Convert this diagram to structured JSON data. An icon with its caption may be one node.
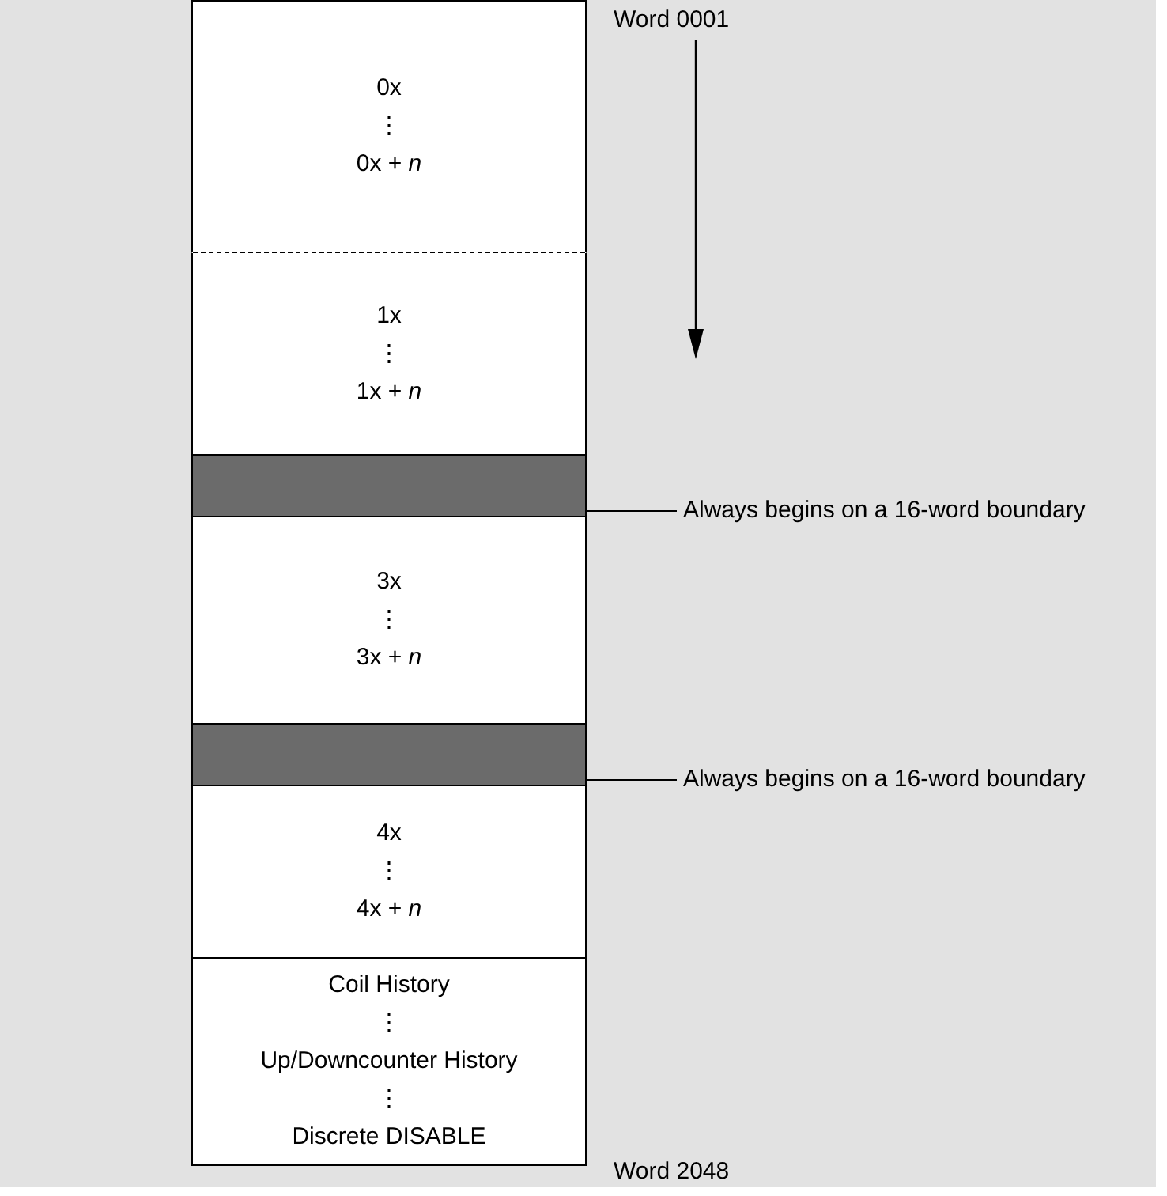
{
  "diagram": {
    "nodes": [
      {
        "text": [
          "0x",
          "⋮",
          "0x + *n*"
        ]
      },
      {
        "text": [
          "1x",
          "⋮",
          "1x + *n*"
        ]
      },
      {
        "text": [],
        "shape": "bar"
      },
      {
        "text": [
          "Always begins on a 16-word boundary"
        ]
      },
      {
        "text": [
          "3x",
          "⋮",
          "3x + *n*"
        ]
      },
      {
        "text": [],
        "shape": "bar"
      },
      {
        "text": [
          "Always begins on a 16-word boundary"
        ]
      },
      {
        "text": [
          "4x",
          "⋮",
          "4x + *n*"
        ]
      },
      {
        "text": [
          "Coil History",
          "⋮",
          "Up/Downcounter History",
          "⋮",
          "Discrete DISABLE"
        ]
      }
    ],
    "edges": [
      {
        "from": 3,
        "to": 2,
        "arrow": "none"
      },
      {
        "from": 6,
        "to": 5,
        "arrow": "none"
      }
    ],
    "labels": [
      "Word 0001",
      "Word 2048"
    ]
  }
}
